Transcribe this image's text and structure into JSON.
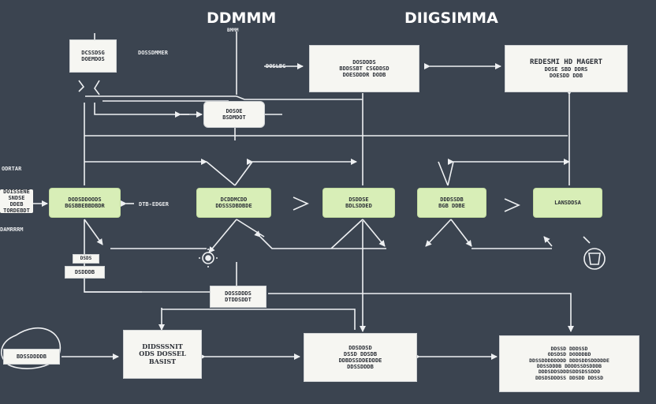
{
  "titles": {
    "left": "DDMMM",
    "left_sub": "BMMM",
    "right": "DIIGSIMMA"
  },
  "labels": {
    "dosdmmer": "DOSSDMMER",
    "doslb": "DOSLBG",
    "odrtar": "ODRTAR",
    "dtb_edger": "DTB-EDGER",
    "damrr": "DAMRRRM"
  },
  "boxes": {
    "top_left": [
      "DCSSDSG",
      "DOEMDOS"
    ],
    "hub": [
      "DOSOE",
      "BSDMDOT"
    ],
    "top_center": [
      "DOSDDDS",
      "BDDSSBT CSGDDSD",
      "DOESDDDR DODB"
    ],
    "top_right": [
      "REDESMI HD MAGERT",
      "DOSE SBD DDRS",
      "DOESDD DDB"
    ],
    "left_stack": [
      "DOISSENE",
      "SNDSE DDEB",
      "TORDEBDT"
    ],
    "g1": [
      "DODSDDOODS",
      "BGSBBEBBDBDR"
    ],
    "g2": [
      "DCDDMCDD",
      "DDSSSDBDBDE"
    ],
    "g3": [
      "DSDDSE",
      "BDLSDDED"
    ],
    "g4": [
      "DDDSSDB",
      "BGB DDBE"
    ],
    "g5": [
      "LANSDDSA"
    ],
    "small_top": [
      "DSDS"
    ],
    "small_bottom": [
      "DSDDDB"
    ],
    "mid_label": [
      "DOSSDDDS",
      "DTDDSDDT"
    ],
    "bottom_left": [
      "BDSSDDDDB"
    ],
    "b1": [
      "DIDSSSNIT",
      "ODS DOSSEL",
      "BASIST"
    ],
    "b2": [
      "DDSDDSD",
      "DSSD DDSDB",
      "DDBDSSDDEDDDE",
      "DDSSDDDB"
    ],
    "b3": [
      "DDSSD DDDSSD",
      "ODSDSD DODDDBD",
      "DDSSDDDDDDDD DDDSDDSDDDDDE",
      "DDSSDDDB DDDDSSDSDDDB",
      "DDDSDDSDDDSDDSDSSDDD",
      "DDSDSDDDSS DDSDD DDSSD"
    ]
  },
  "colors": {
    "background": "#3b4450",
    "line": "#eef0f2",
    "box_white": "#f6f6f2",
    "box_green": "#d8eeb7",
    "text_dark": "#2b2f36"
  },
  "icons": [
    "gear-icon",
    "cup-icon",
    "chevron-right-icon",
    "ellipse-icon"
  ]
}
